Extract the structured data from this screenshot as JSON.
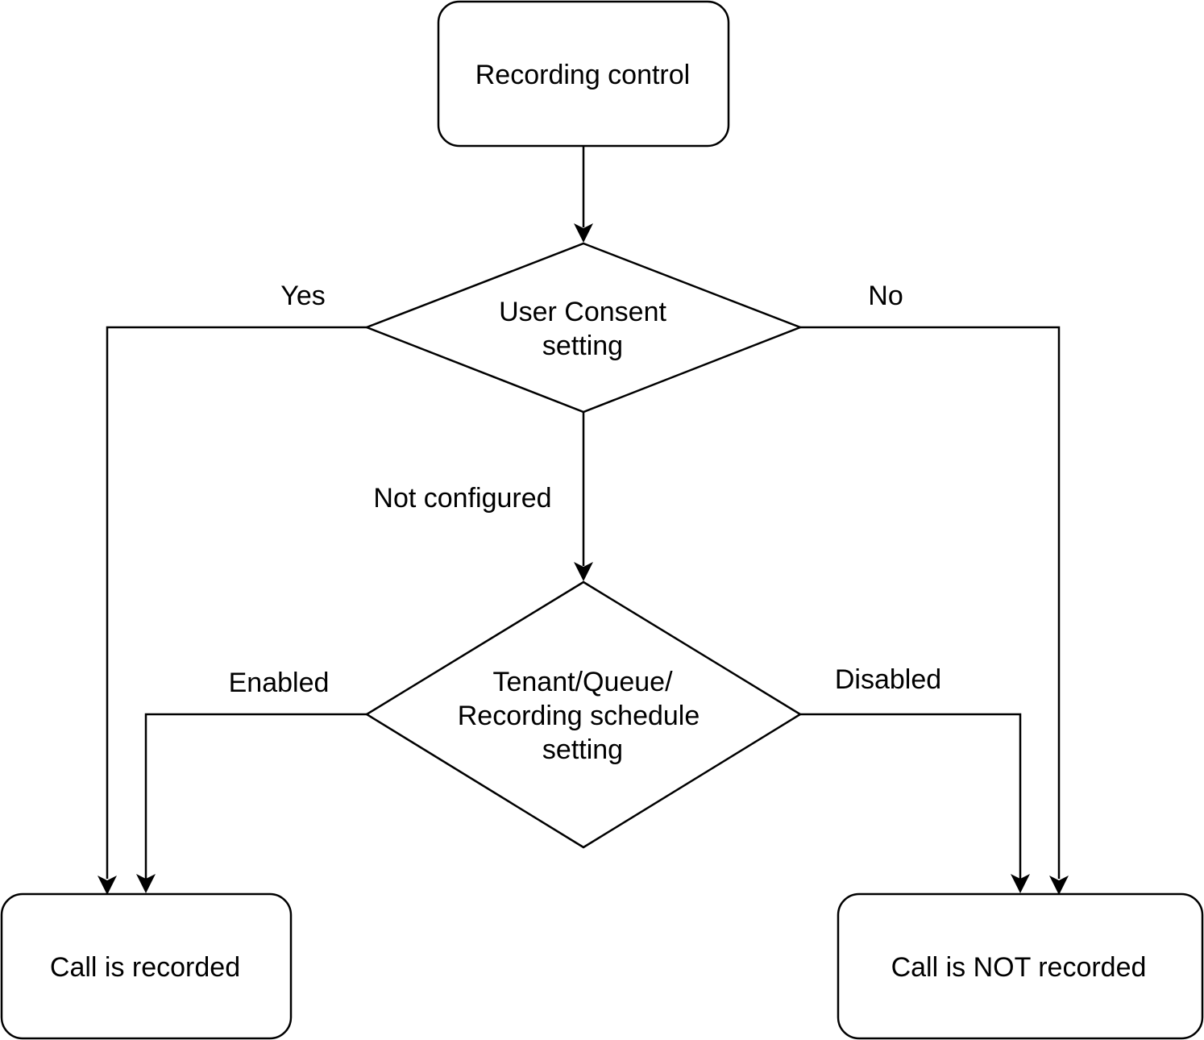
{
  "nodes": {
    "start": {
      "label": "Recording control"
    },
    "user_consent": {
      "label_lines": [
        "User Consent",
        "setting"
      ]
    },
    "tenant_setting": {
      "label_lines": [
        "Tenant/Queue/",
        "Recording schedule",
        "setting"
      ]
    },
    "recorded": {
      "label": "Call is recorded"
    },
    "not_recorded": {
      "label": "Call is NOT recorded"
    }
  },
  "edges": {
    "start_to_consent": {
      "label": ""
    },
    "consent_yes": {
      "label": "Yes"
    },
    "consent_no": {
      "label": "No"
    },
    "consent_not_configured": {
      "label": "Not configured"
    },
    "tenant_enabled": {
      "label": "Enabled"
    },
    "tenant_disabled": {
      "label": "Disabled"
    }
  },
  "colors": {
    "stroke": "#000000",
    "fill": "#ffffff",
    "text": "#000000"
  }
}
